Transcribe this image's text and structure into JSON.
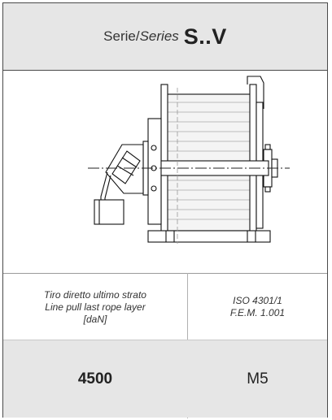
{
  "header": {
    "serie": "Serie/",
    "series": "Series",
    "code": "S..V"
  },
  "drawing": {
    "icon": "winch-drum-drawing"
  },
  "labels": {
    "left_line1": "Tiro diretto ultimo strato",
    "left_line2": "Line pull last rope layer",
    "left_line3": "[daN]",
    "right_line1": "ISO 4301/1",
    "right_line2": "F.E.M. 1.001"
  },
  "values": {
    "line_pull": "4500",
    "class": "M5"
  },
  "colors": {
    "header_bg": "#e6e6e6",
    "border": "#4a4a4a"
  }
}
